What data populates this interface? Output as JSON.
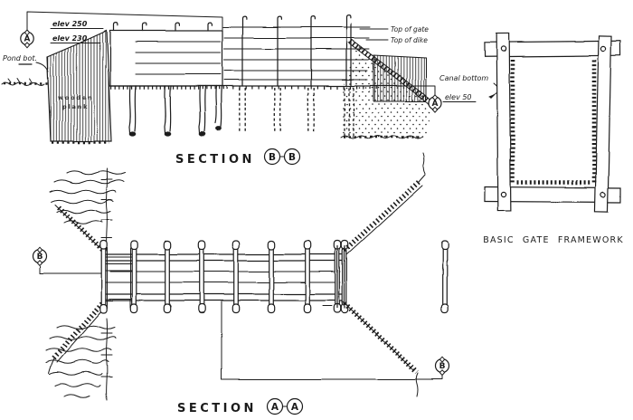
{
  "colors": {
    "ink": "#1b1b1b",
    "paper": "#ffffff"
  },
  "titles": {
    "section_bb": "SECTION",
    "section_aa": "SECTION",
    "framework_caption": "BASIC GATE FRAMEWORK"
  },
  "letters": {
    "a": "A",
    "b": "B"
  },
  "labels": {
    "elev_250": "elev 250",
    "elev_230": "elev 230",
    "pond_bottom": "Pond bot.",
    "wooden_line1": "wooden",
    "wooden_line2": "plank",
    "top_of_gate": "Top of gate",
    "top_of_dike": "Top of dike",
    "canal_bottom": "Canal bottom",
    "elev_50": "elev 50"
  }
}
